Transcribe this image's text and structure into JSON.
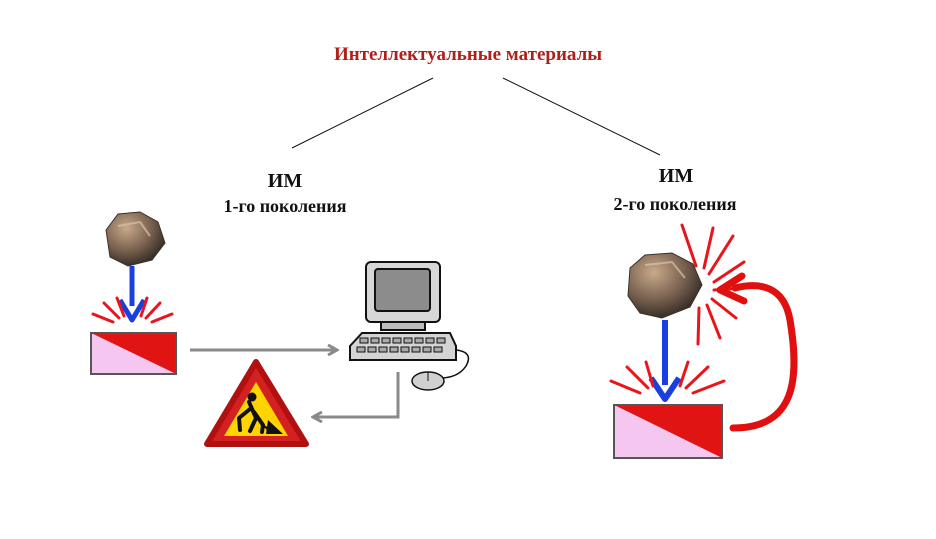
{
  "title": "Интеллектуальные материалы",
  "left": {
    "im": "ИМ",
    "generation": "1-го поколения"
  },
  "right": {
    "im": "ИМ",
    "generation": "2-го поколения"
  },
  "colors": {
    "title": "#b0201a",
    "arrow_blue": "#1a3fe0",
    "flash_red": "#e8151b",
    "loop_red": "#e01010",
    "plate_red": "#e11414",
    "plate_pink": "#f4c6f0",
    "connector_gray": "#8a8a8a",
    "sign_red": "#d22",
    "sign_yellow": "#ffd400"
  },
  "icons": {
    "rock": "rock-icon",
    "computer": "computer-icon",
    "road_work_sign": "road-work-sign-icon",
    "down_arrow": "down-arrow-icon",
    "feedback_arrow": "feedback-arrow-icon"
  }
}
